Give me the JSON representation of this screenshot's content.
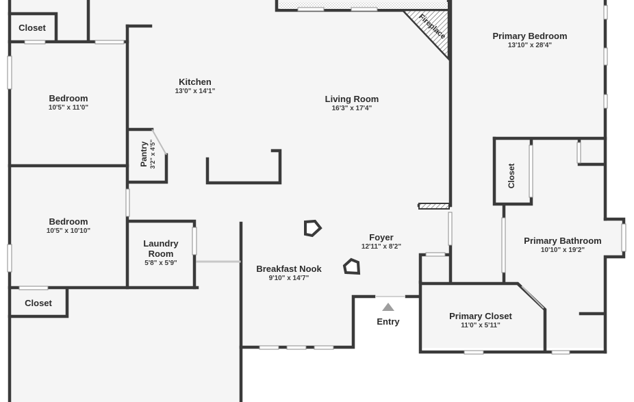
{
  "rooms": {
    "closet_top_left": {
      "name": "Closet"
    },
    "bedroom_1": {
      "name": "Bedroom",
      "dims": "10'5\" x 11'0\""
    },
    "bedroom_2": {
      "name": "Bedroom",
      "dims": "10'5\" x 10'10\""
    },
    "closet_bottom_left": {
      "name": "Closet"
    },
    "kitchen": {
      "name": "Kitchen",
      "dims": "13'0\" x 14'1\""
    },
    "pantry": {
      "name": "Pantry",
      "dims": "3'2\" x 4'5\""
    },
    "laundry": {
      "name_line1": "Laundry",
      "name_line2": "Room",
      "dims": "5'8\" x 5'9\""
    },
    "living_room": {
      "name": "Living Room",
      "dims": "16'3\" x 17'4\""
    },
    "fireplace": {
      "name": "Fireplace"
    },
    "foyer": {
      "name": "Foyer",
      "dims": "12'11\" x 8'2\""
    },
    "breakfast_nook": {
      "name": "Breakfast Nook",
      "dims": "9'10\" x 14'7\""
    },
    "entry": {
      "name": "Entry"
    },
    "primary_bedroom": {
      "name": "Primary Bedroom",
      "dims": "13'10\" x 28'4\""
    },
    "closet_primary": {
      "name": "Closet"
    },
    "primary_bathroom": {
      "name": "Primary Bathroom",
      "dims": "10'10\" x 19'2\""
    },
    "primary_closet": {
      "name": "Primary Closet",
      "dims": "11'0\" x 5'11\""
    }
  },
  "colors": {
    "wall": "#3a3a3a",
    "floor": "#f5f5f5",
    "outside": "#ffffff",
    "text": "#2b2b2b"
  }
}
